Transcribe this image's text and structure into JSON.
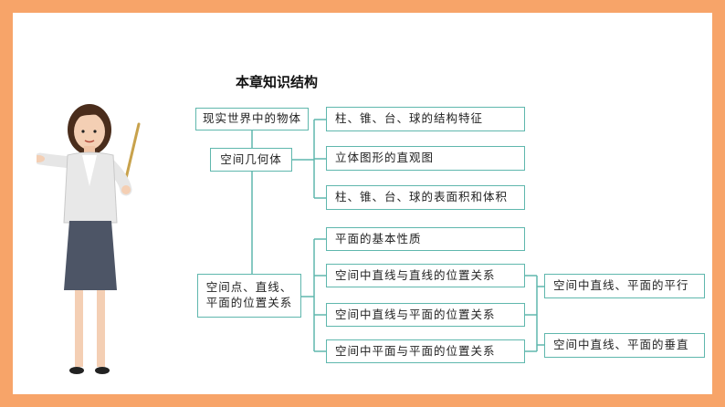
{
  "title": "本章知识结构",
  "colors": {
    "frame": "#f7a469",
    "line": "#5fb7ad",
    "text": "#222222"
  },
  "left_nodes": {
    "n1": "现实世界中的物体",
    "n2": "空间几何体",
    "n3": "空间点、直线、平面的位置关系"
  },
  "middle_nodes": [
    "柱、锥、台、球的结构特征",
    "立体图形的直观图",
    "柱、锥、台、球的表面积和体积",
    "平面的基本性质",
    "空间中直线与直线的位置关系",
    "空间中直线与平面的位置关系",
    "空间中平面与平面的位置关系"
  ],
  "right_nodes": [
    "空间中直线、平面的平行",
    "空间中直线、平面的垂直"
  ],
  "illustration": "teacher-with-pointer"
}
